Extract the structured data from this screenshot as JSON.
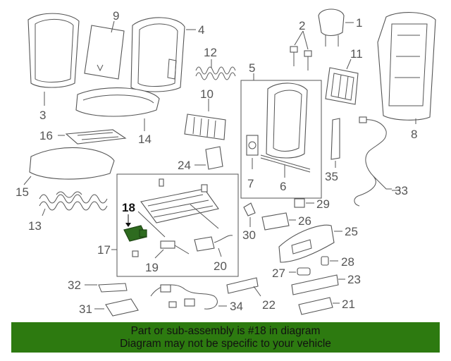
{
  "callouts": {
    "n1": "1",
    "n2": "2",
    "n3": "3",
    "n4": "4",
    "n5": "5",
    "n6": "6",
    "n7": "7",
    "n8": "8",
    "n9": "9",
    "n10": "10",
    "n11": "11",
    "n12": "12",
    "n13": "13",
    "n14": "14",
    "n15": "15",
    "n16": "16",
    "n17": "17",
    "n18": "18",
    "n19": "19",
    "n20": "20",
    "n21": "21",
    "n22": "22",
    "n23": "23",
    "n24": "24",
    "n25": "25",
    "n26": "26",
    "n27": "27",
    "n28": "28",
    "n29": "29",
    "n30": "30",
    "n31": "31",
    "n32": "32",
    "n33": "33",
    "n34": "34",
    "n35": "35"
  },
  "highlighted_part": "18",
  "colors": {
    "highlight": "#2e6b1f",
    "banner": "#2d7a10",
    "line": "#555555"
  },
  "footer": {
    "line1": "Part or sub-assembly is #18 in diagram",
    "line2": "Diagram may not be specific to your vehicle"
  }
}
